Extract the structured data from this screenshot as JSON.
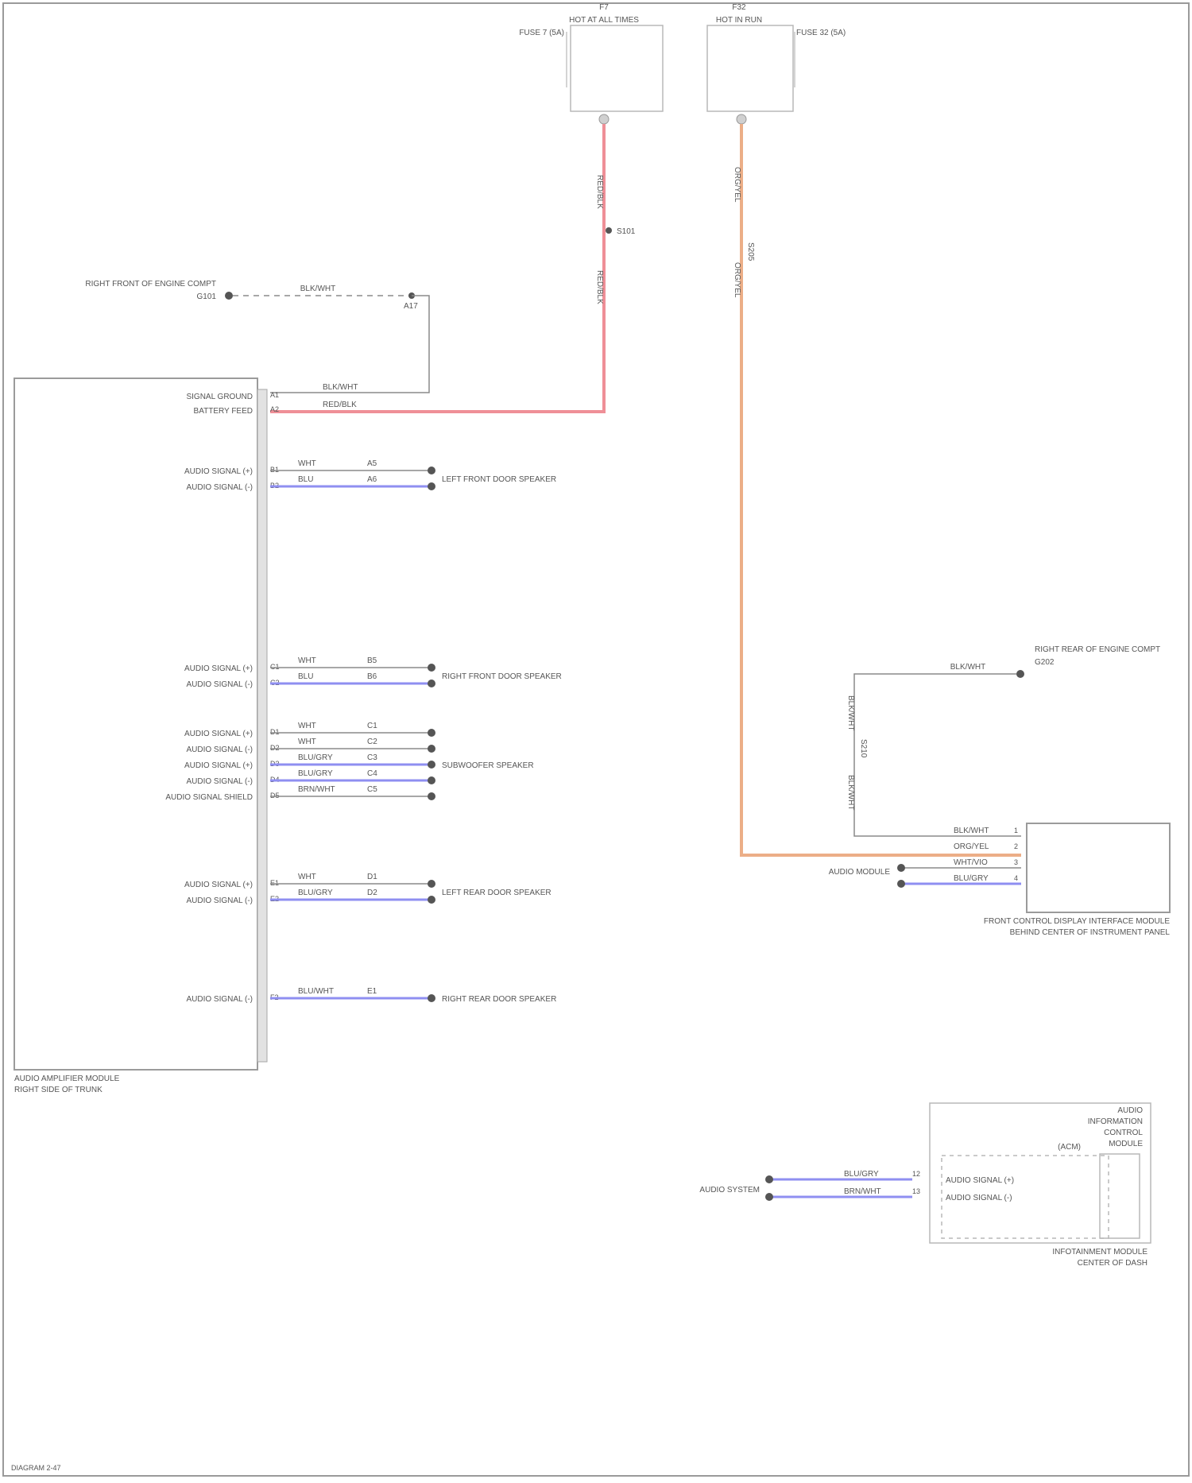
{
  "colors": {
    "power_wire": "#ef8f97",
    "feed_wire": "#ecae87",
    "data_wire": "#8f8ff1",
    "ground_wire": "#8a8a8a",
    "frame": "#9b9b9b"
  },
  "icons": {
    "terminal": "filled-circle",
    "splice": "filled-circle",
    "fuse_box": "rectangle"
  },
  "page": {
    "footer_ref": "DIAGRAM 2-47"
  },
  "fuse_boxes": {
    "left": {
      "header": "HOT AT ALL TIMES",
      "side_label": "FUSE 7 (5A)",
      "fuse_id": "F7"
    },
    "right": {
      "header": "HOT IN RUN",
      "side_label": "FUSE 32 (5A)",
      "fuse_id": "F32"
    }
  },
  "top_wires": {
    "red_label_upper": "RED/BLK",
    "red_label_lower": "RED/BLK",
    "red_splice": "S101",
    "orange_label_upper": "ORG/YEL",
    "orange_label_lower": "ORG/YEL",
    "orange_splice": "S205"
  },
  "ground": {
    "label": "RIGHT FRONT OF ENGINE COMPT",
    "name": "G101",
    "wire": "BLK/WHT",
    "pin": "A17"
  },
  "module": {
    "name": "AUDIO AMPLIFIER MODULE",
    "location": "RIGHT SIDE OF TRUNK",
    "top_pins": [
      {
        "pin": "A1",
        "label": "SIGNAL GROUND",
        "wire": "BLK/WHT"
      },
      {
        "pin": "A2",
        "label": "BATTERY FEED",
        "wire": "RED/BLK"
      }
    ],
    "groups": [
      {
        "rows": [
          {
            "label": "AUDIO SIGNAL (+)",
            "pin": "B1",
            "wire": "WHT",
            "code": "A5"
          },
          {
            "label": "AUDIO SIGNAL (-)",
            "pin": "B2",
            "wire": "BLU",
            "code": "A6"
          }
        ],
        "destination": "LEFT FRONT DOOR SPEAKER"
      },
      {
        "rows": [
          {
            "label": "AUDIO SIGNAL (+)",
            "pin": "C1",
            "wire": "WHT",
            "code": "B5"
          },
          {
            "label": "AUDIO SIGNAL (-)",
            "pin": "C2",
            "wire": "BLU",
            "code": "B6"
          }
        ],
        "destination": "RIGHT FRONT DOOR SPEAKER"
      },
      {
        "rows": [
          {
            "label": "AUDIO SIGNAL (+)",
            "pin": "D1",
            "wire": "WHT",
            "code": "C1"
          },
          {
            "label": "AUDIO SIGNAL (-)",
            "pin": "D2",
            "wire": "WHT",
            "code": "C2"
          },
          {
            "label": "AUDIO SIGNAL (+)",
            "pin": "D3",
            "wire": "BLU/GRY",
            "code": "C3"
          },
          {
            "label": "AUDIO SIGNAL (-)",
            "pin": "D4",
            "wire": "BLU/GRY",
            "code": "C4"
          },
          {
            "label": "AUDIO SIGNAL SHIELD",
            "pin": "D5",
            "wire": "BRN/WHT",
            "code": "C5"
          }
        ],
        "destination": "SUBWOOFER SPEAKER"
      },
      {
        "rows": [
          {
            "label": "AUDIO SIGNAL (+)",
            "pin": "E1",
            "wire": "WHT",
            "code": "D1"
          },
          {
            "label": "AUDIO SIGNAL (-)",
            "pin": "E2",
            "wire": "BLU/GRY",
            "code": "D2"
          }
        ],
        "destination": "LEFT REAR DOOR SPEAKER"
      },
      {
        "rows": [
          {
            "label": "AUDIO SIGNAL (-)",
            "pin": "F2",
            "wire": "BLU/WHT",
            "code": "E1"
          }
        ],
        "destination": "RIGHT REAR DOOR SPEAKER"
      }
    ]
  },
  "right_ground": {
    "label": "RIGHT REAR OF ENGINE COMPT",
    "name": "G202",
    "wire": "BLK/WHT",
    "vertical_label_upper": "BLK/WHT",
    "vertical_label_lower": "BLK/WHT",
    "splice": "S210"
  },
  "control_module": {
    "name": "FRONT CONTROL DISPLAY INTERFACE MODULE",
    "location": "BEHIND CENTER OF INSTRUMENT PANEL",
    "pins": [
      {
        "wire": "BLK/WHT",
        "pin": "1"
      },
      {
        "wire": "ORG/YEL",
        "pin": "2"
      },
      {
        "wire": "WHT/VIO",
        "pin": "3"
      },
      {
        "wire": "BLU/GRY",
        "pin": "4"
      }
    ],
    "destination": "AUDIO MODULE"
  },
  "radio": {
    "name": "INFOTAINMENT MODULE",
    "location": "CENTER OF DASH",
    "top_labels": [
      "AUDIO",
      "INFORMATION",
      "CONTROL",
      "MODULE"
    ],
    "sub_label": "(ACM)",
    "inner_rows": [
      {
        "label": "AUDIO SIGNAL (+)",
        "pin": "12",
        "wire": "BLU/GRY"
      },
      {
        "label": "AUDIO SIGNAL (-)",
        "pin": "13",
        "wire": "BRN/WHT"
      }
    ],
    "destination": "AUDIO SYSTEM"
  }
}
